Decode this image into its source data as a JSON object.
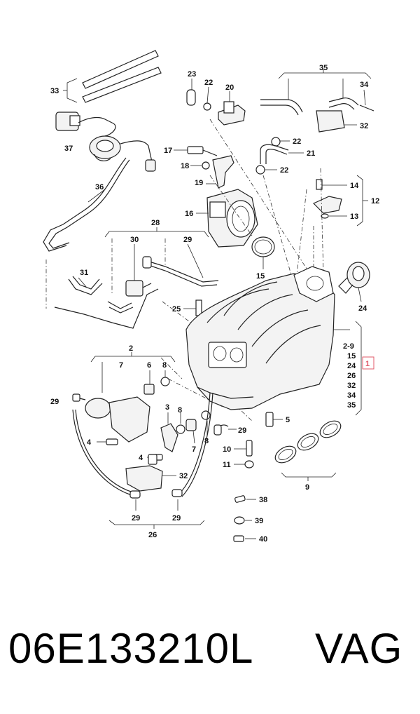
{
  "footer": {
    "part_number": "06E133210L",
    "brand": "VAG"
  },
  "callouts": {
    "c33": "33",
    "c37": "37",
    "c36": "36",
    "c23": "23",
    "c22a": "22",
    "c20": "20",
    "c35": "35",
    "c34": "34",
    "c32a": "32",
    "c22b": "22",
    "c21": "21",
    "c22c": "22",
    "c17": "17",
    "c18": "18",
    "c19": "19",
    "c16": "16",
    "c14": "14",
    "c12": "12",
    "c13": "13",
    "c28": "28",
    "c30": "30",
    "c29a": "29",
    "c15a": "15",
    "c31": "31",
    "c25": "25",
    "c24a": "24",
    "c2": "2",
    "c7": "7",
    "c6": "6",
    "c8a": "8",
    "c29b": "29",
    "c3": "3",
    "c8b": "8",
    "c4a": "4",
    "c7b": "7",
    "c8c": "8",
    "c29c": "29",
    "c5": "5",
    "c10": "10",
    "c11": "11",
    "c4b": "4",
    "c32b": "32",
    "c9": "9",
    "c38": "38",
    "c29d": "29",
    "c29e": "29",
    "c26": "26",
    "c39": "39",
    "c40": "40"
  },
  "item1_list": [
    "2-9",
    "15",
    "24",
    "26",
    "32",
    "34",
    "35"
  ],
  "item1_highlight": "1",
  "colors": {
    "highlight": "#e05a6a",
    "line": "#222222"
  }
}
